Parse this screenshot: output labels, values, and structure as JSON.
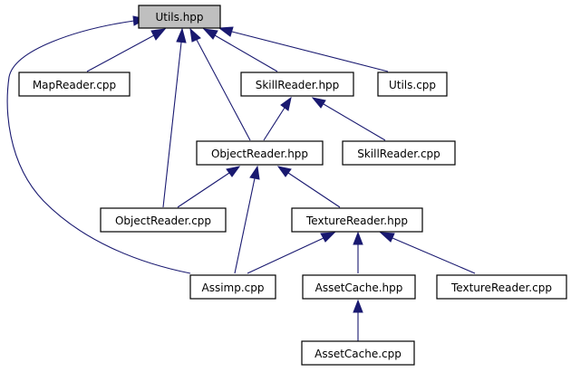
{
  "graph": {
    "root_color": "#bfbfbf",
    "edge_color": "#191970",
    "nodes": {
      "utils_hpp": "Utils.hpp",
      "mapreader_cpp": "MapReader.cpp",
      "skillreader_hpp": "SkillReader.hpp",
      "utils_cpp": "Utils.cpp",
      "objectreader_hpp": "ObjectReader.hpp",
      "skillreader_cpp": "SkillReader.cpp",
      "objectreader_cpp": "ObjectReader.cpp",
      "texturereader_hpp": "TextureReader.hpp",
      "assimp_cpp": "Assimp.cpp",
      "assetcache_hpp": "AssetCache.hpp",
      "texturereader_cpp": "TextureReader.cpp",
      "assetcache_cpp": "AssetCache.cpp"
    },
    "edges": [
      {
        "from": "mapreader_cpp",
        "to": "utils_hpp"
      },
      {
        "from": "objectreader_cpp",
        "to": "utils_hpp"
      },
      {
        "from": "assimp_cpp",
        "to": "utils_hpp"
      },
      {
        "from": "objectreader_hpp",
        "to": "utils_hpp"
      },
      {
        "from": "skillreader_hpp",
        "to": "utils_hpp"
      },
      {
        "from": "utils_cpp",
        "to": "utils_hpp"
      },
      {
        "from": "objectreader_hpp",
        "to": "skillreader_hpp"
      },
      {
        "from": "skillreader_cpp",
        "to": "skillreader_hpp"
      },
      {
        "from": "objectreader_cpp",
        "to": "objectreader_hpp"
      },
      {
        "from": "assimp_cpp",
        "to": "objectreader_hpp"
      },
      {
        "from": "texturereader_hpp",
        "to": "objectreader_hpp"
      },
      {
        "from": "assimp_cpp",
        "to": "texturereader_hpp"
      },
      {
        "from": "assetcache_hpp",
        "to": "texturereader_hpp"
      },
      {
        "from": "texturereader_cpp",
        "to": "texturereader_hpp"
      },
      {
        "from": "assetcache_cpp",
        "to": "assetcache_hpp"
      }
    ]
  }
}
